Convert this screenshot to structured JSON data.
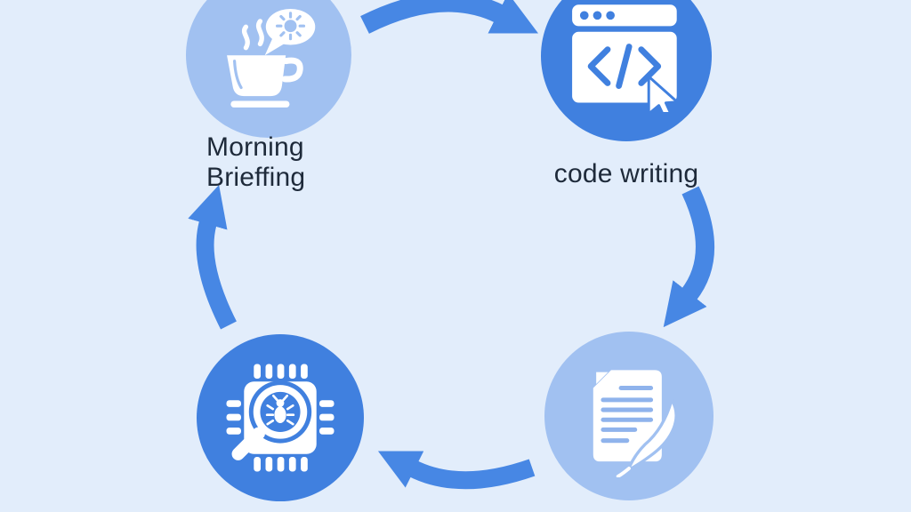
{
  "diagram": {
    "type": "cycle",
    "background": "#e2edfb",
    "colors": {
      "node_light": "#a1c1f1",
      "node_dark": "#4080df",
      "arrow": "#4787e4",
      "icon": "#ffffff",
      "doc_line": "#8fb3ec",
      "label_text": "#1e2a3a"
    },
    "nodes": [
      {
        "id": "morning-briefing",
        "label": "Morning Brieffing",
        "icon": "coffee-cup-sun-bubble-icon",
        "style": "light",
        "position": "top-left"
      },
      {
        "id": "code-writing",
        "label": "code writing",
        "icon": "code-window-cursor-icon",
        "style": "dark",
        "position": "top-right"
      },
      {
        "id": "document-writing",
        "label": "",
        "icon": "document-quill-icon",
        "style": "light",
        "position": "bottom-right"
      },
      {
        "id": "debugging",
        "label": "",
        "icon": "chip-bug-magnifier-icon",
        "style": "dark",
        "position": "bottom-left"
      }
    ],
    "flow": [
      "morning-briefing",
      "code-writing",
      "document-writing",
      "debugging",
      "morning-briefing"
    ]
  }
}
